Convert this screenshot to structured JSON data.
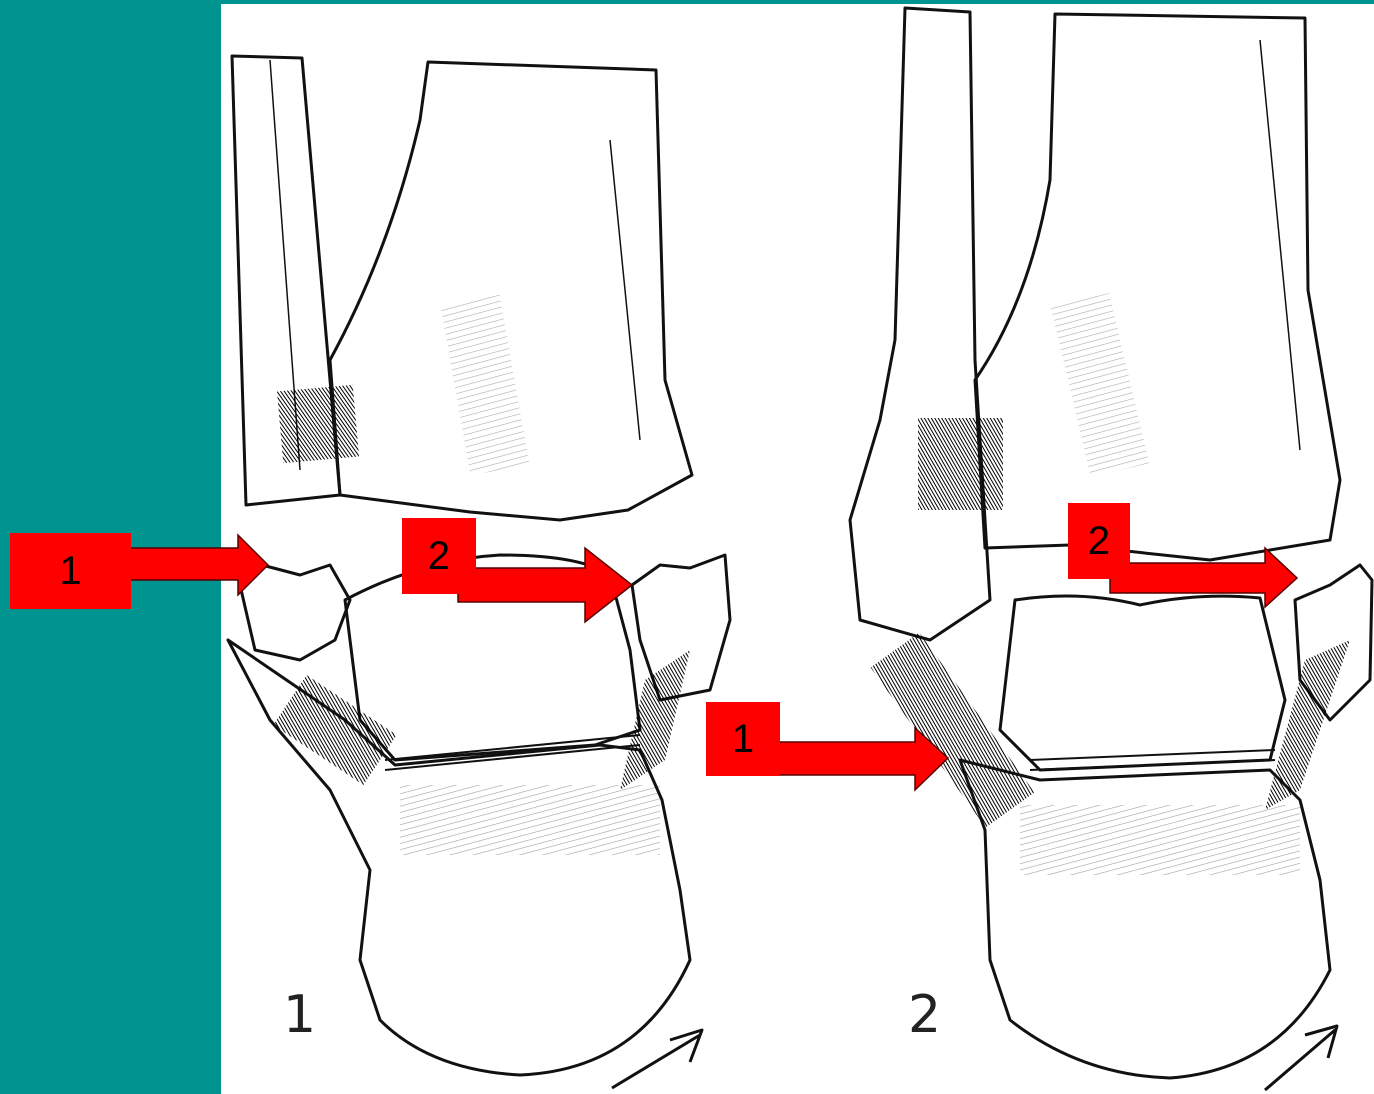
{
  "panels": [
    {
      "number": "1",
      "arrows": [
        "1",
        "2"
      ]
    },
    {
      "number": "2",
      "arrows": [
        "1",
        "2"
      ]
    }
  ],
  "colors": {
    "sidebar": "#009490",
    "arrow": "#ff0000",
    "drawing": "#111111"
  }
}
